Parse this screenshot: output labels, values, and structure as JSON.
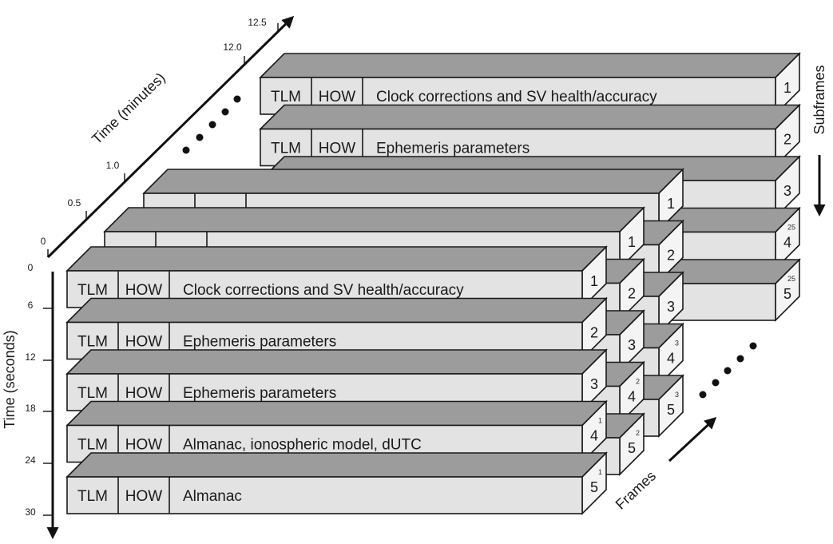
{
  "axes": {
    "time_minutes": {
      "label": "Time (minutes)",
      "ticks": [
        "0",
        "0.5",
        "1.0",
        "12.0",
        "12.5"
      ]
    },
    "time_seconds": {
      "label": "Time (seconds)",
      "ticks": [
        "0",
        "6",
        "12",
        "18",
        "24",
        "30"
      ]
    },
    "subframes_label": "Subframes",
    "frames_label": "Frames"
  },
  "fields": {
    "tlm": "TLM",
    "how": "HOW"
  },
  "frames": {
    "back": {
      "subframes": [
        {
          "number": "1",
          "content": "Clock corrections and SV health/accuracy",
          "page": ""
        },
        {
          "number": "2",
          "content": "Ephemeris parameters",
          "page": ""
        },
        {
          "number": "3",
          "content": "",
          "page": ""
        },
        {
          "number": "4",
          "content": "",
          "page": "25"
        },
        {
          "number": "5",
          "content": "",
          "page": "25"
        }
      ]
    },
    "middle2": {
      "subframes": [
        {
          "number": "1",
          "page": ""
        },
        {
          "number": "2",
          "page": ""
        },
        {
          "number": "3",
          "page": ""
        },
        {
          "number": "4",
          "page": "3"
        },
        {
          "number": "5",
          "page": "3"
        }
      ]
    },
    "middle1": {
      "subframes": [
        {
          "number": "1",
          "page": ""
        },
        {
          "number": "2",
          "page": ""
        },
        {
          "number": "3",
          "page": ""
        },
        {
          "number": "4",
          "page": "2"
        },
        {
          "number": "5",
          "page": "2"
        }
      ]
    },
    "front": {
      "subframes": [
        {
          "number": "1",
          "content": "Clock corrections and SV health/accuracy",
          "page": ""
        },
        {
          "number": "2",
          "content": "Ephemeris parameters",
          "page": ""
        },
        {
          "number": "3",
          "content": "Ephemeris parameters",
          "page": ""
        },
        {
          "number": "4",
          "content": "Almanac, ionospheric model, dUTC",
          "page": "1"
        },
        {
          "number": "5",
          "content": "Almanac",
          "page": "1"
        }
      ]
    }
  }
}
